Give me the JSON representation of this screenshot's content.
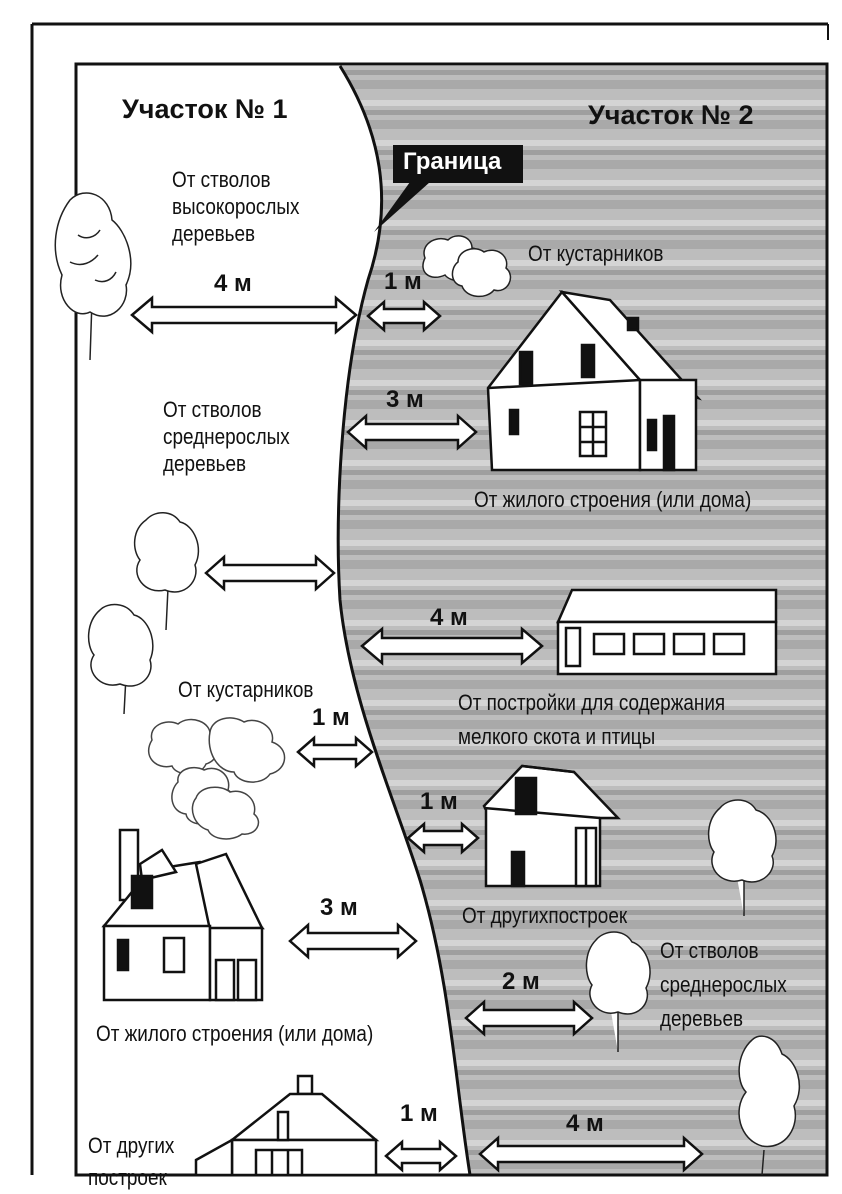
{
  "plot1_title": "Участок № 1",
  "plot2_title": "Участок № 2",
  "boundary_label": "Граница",
  "labels": {
    "tall_trees": [
      "От стволов",
      "высокорослых",
      "деревьев"
    ],
    "shrubs_right": "От кустарников",
    "medium_trees_left": [
      "От стволов",
      "среднерослых",
      "деревьев"
    ],
    "house_right": "От жилого строения (или дома)",
    "barn_right": [
      "От постройки для содержания",
      "мелкого скота и птицы"
    ],
    "shrubs_left": "От кустарников",
    "other_right": "От другихпостроек",
    "medium_trees_right": [
      "От стволов",
      "среднерослых",
      "деревьев"
    ],
    "house_left": "От жилого строения (или дома)",
    "other_left": [
      "От других",
      "построек"
    ]
  },
  "distances": {
    "d1": "4 м",
    "d2": "1 м",
    "d3": "3 м",
    "d4": "4 м",
    "d5": "1 м",
    "d6": "1 м",
    "d7": "3 м",
    "d8": "2 м",
    "d9": "1 м",
    "d10": "4 м"
  },
  "colors": {
    "ink": "#111111",
    "plot2_fill": "#b8b8b8"
  }
}
